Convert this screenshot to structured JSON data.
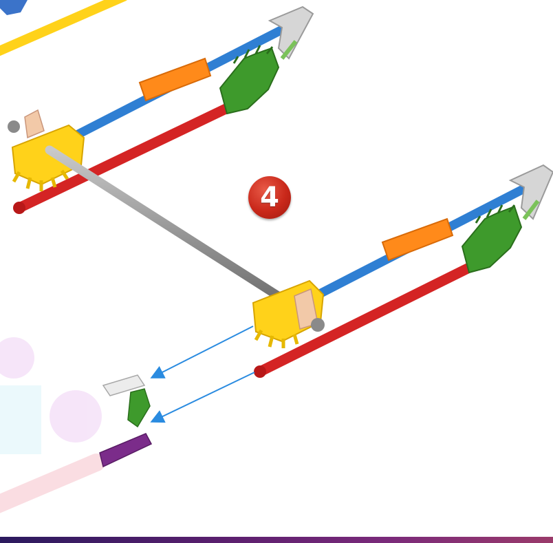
{
  "step": {
    "number": "4"
  },
  "colors": {
    "red_rod": "#d42424",
    "blue_rod": "#2f7fd3",
    "yellow_connector": "#ffd21a",
    "orange_connector": "#ff8a1a",
    "green_connector": "#3e9a2c",
    "grey_connector": "#d6d6d6",
    "grey_rod": "#9d9d9d",
    "purple_connector": "#7b2c8a",
    "arrow": "#2a8be0",
    "badge": "#c9281a"
  },
  "icons": {
    "step_badge": "step-number-badge",
    "arrows": "assembly-direction-arrows"
  }
}
